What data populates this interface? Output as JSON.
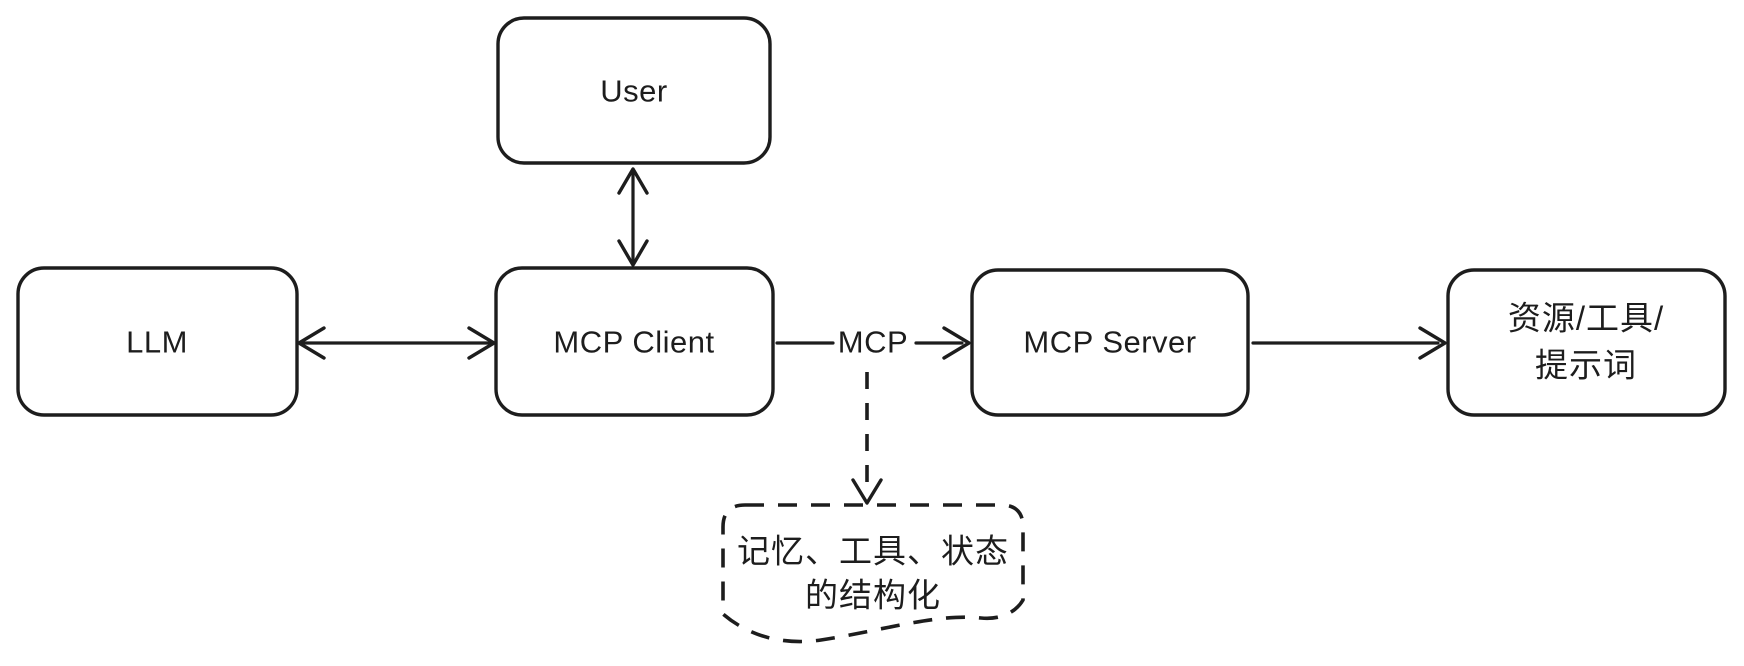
{
  "diagram": {
    "background": "#ffffff",
    "stroke_color": "#1d1d1d",
    "nodes": {
      "user": {
        "label": "User"
      },
      "llm": {
        "label": "LLM"
      },
      "mcp_client": {
        "label": "MCP Client"
      },
      "mcp_server": {
        "label": "MCP Server"
      },
      "resources": {
        "line1": "资源/工具/",
        "line2": "提示词"
      },
      "structured": {
        "line1": "记忆、工具、状态",
        "line2": "的结构化"
      }
    },
    "edges": {
      "client_server_label": "MCP"
    }
  }
}
